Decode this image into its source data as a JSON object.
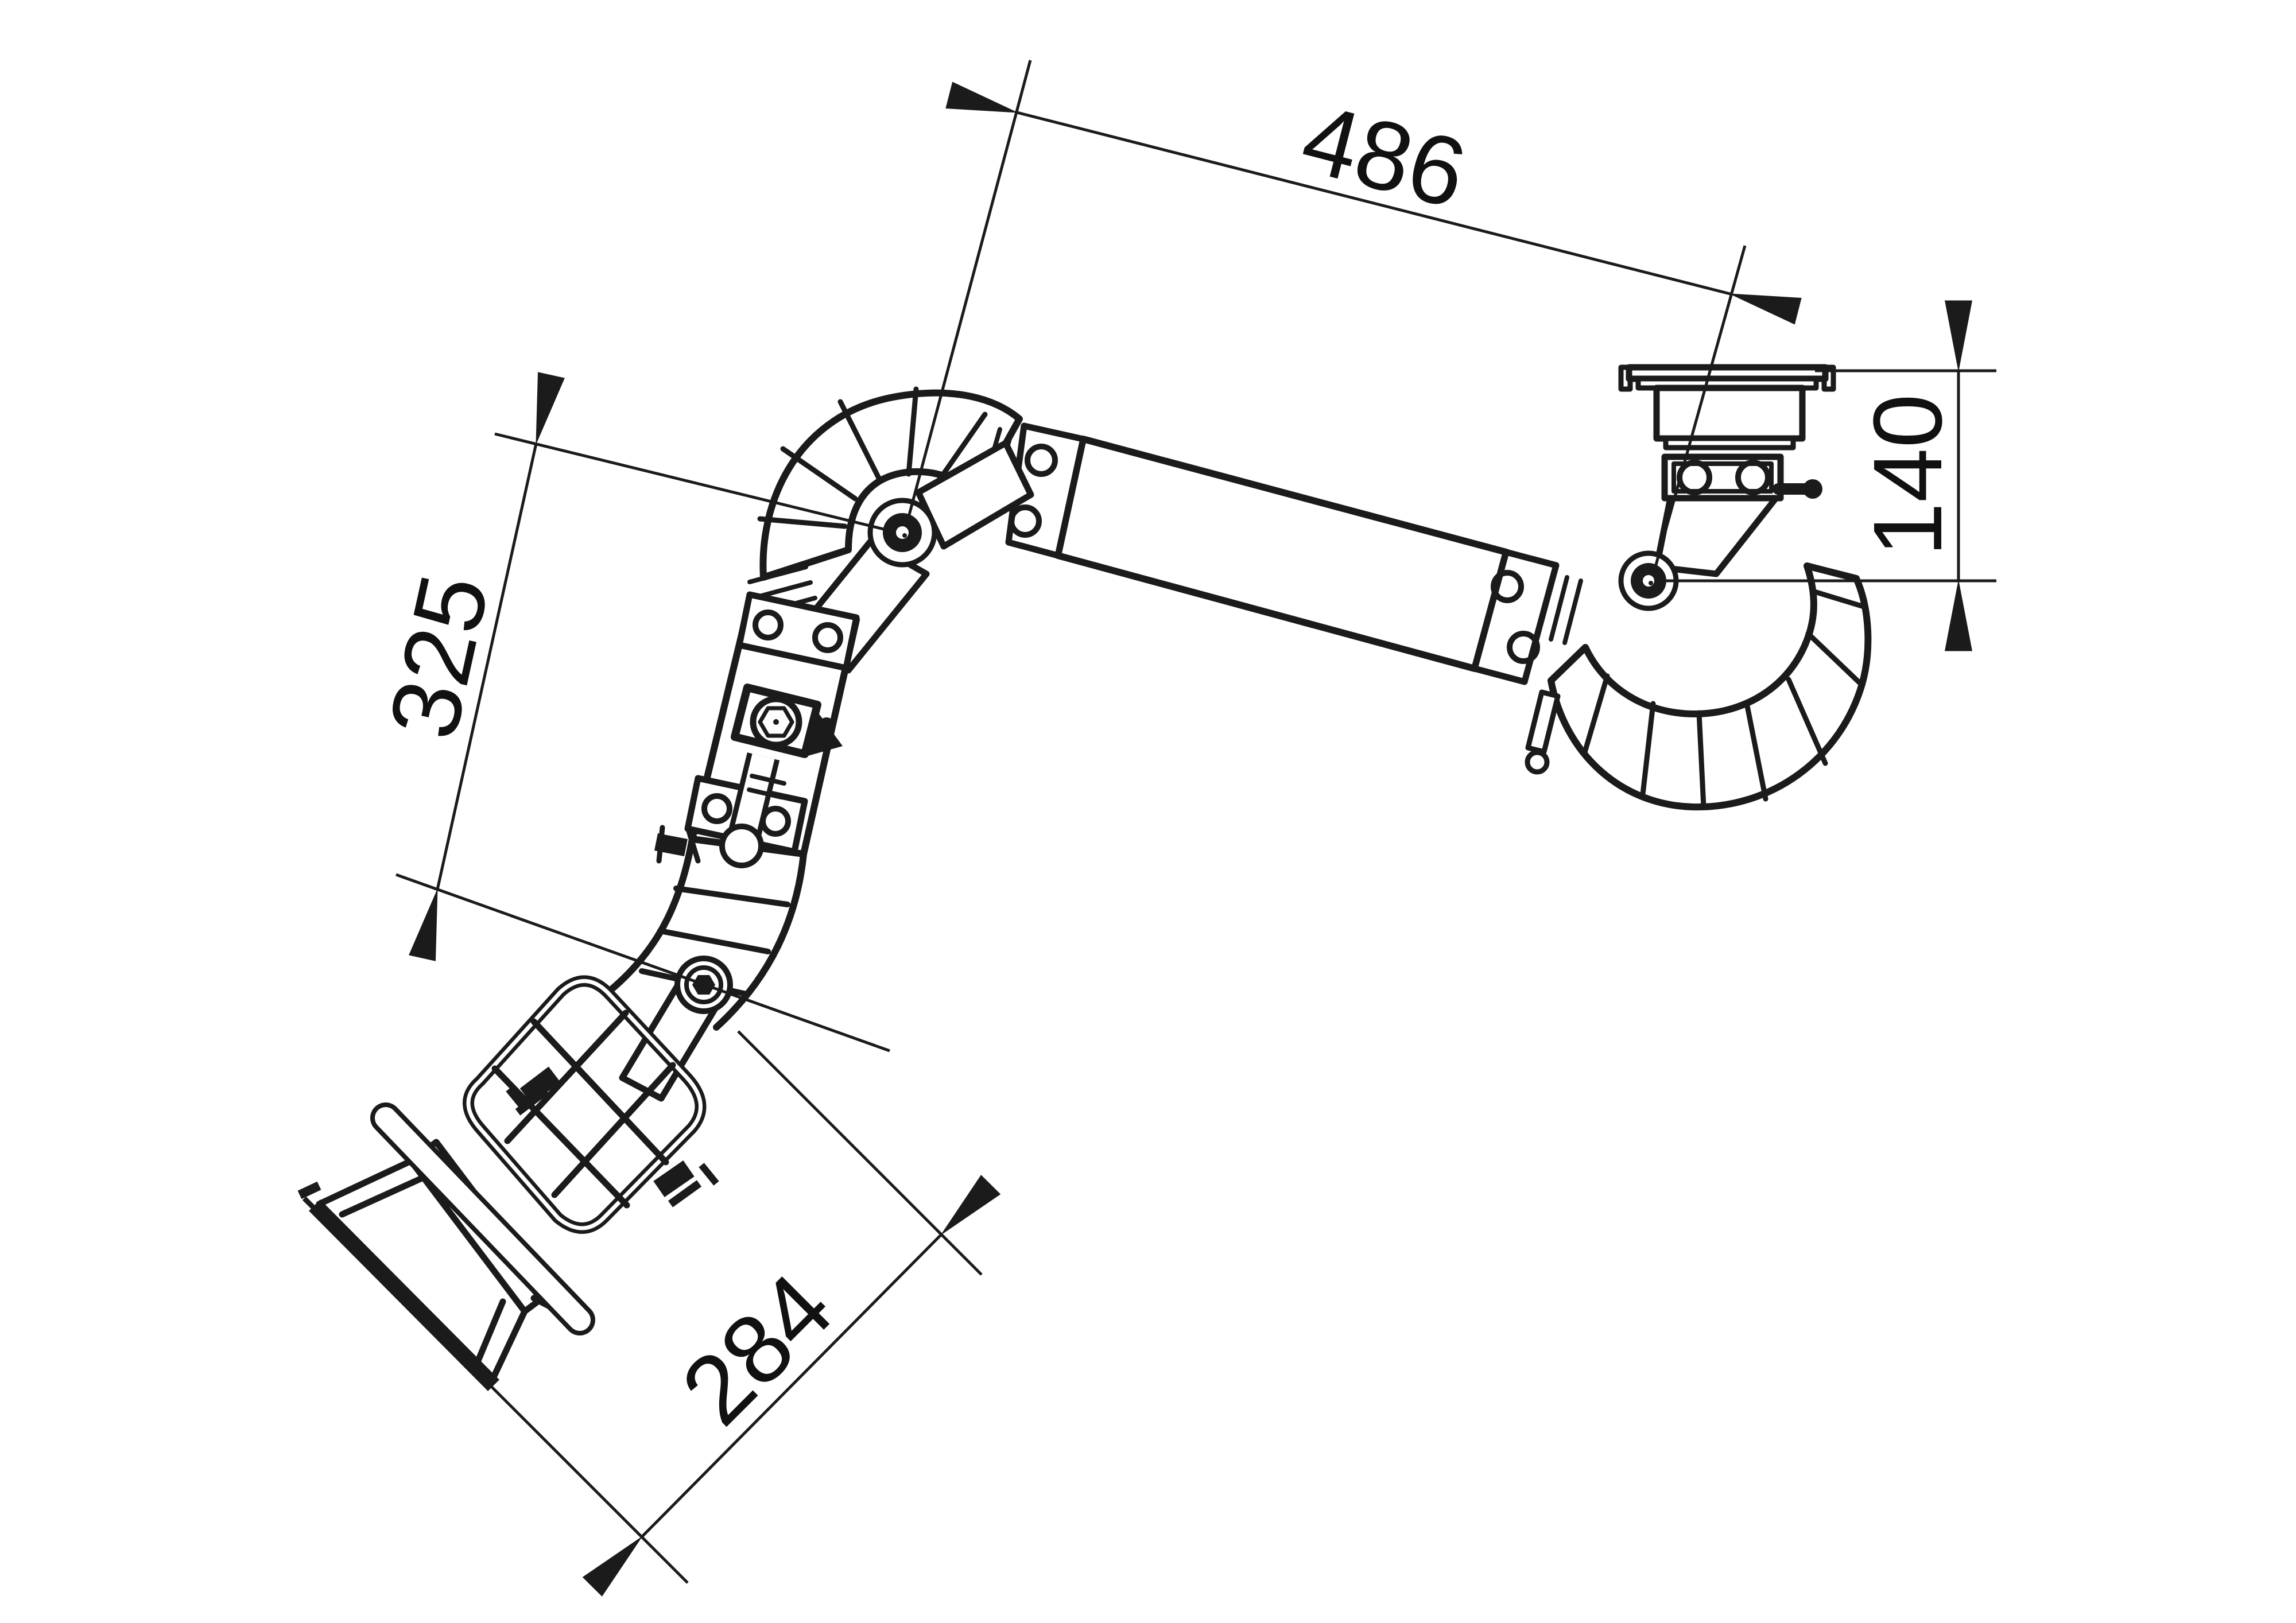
{
  "document": {
    "type": "technical-dimension-drawing",
    "subject": "articulated extraction arm side view",
    "paper_color": "#ffffff",
    "ink_color": "#1b1b1b"
  },
  "dimensions": {
    "top_span": {
      "label": "486"
    },
    "right_drop": {
      "label": "140"
    },
    "upper_arm": {
      "label": "325"
    },
    "hood_width": {
      "label": "284"
    }
  },
  "components": [
    "ceiling-flange-plate",
    "mounting-collar",
    "bolt-bracket",
    "right-pivot-joint",
    "right-corrugated-elbow",
    "straight-arm-tube",
    "upper-corrugated-elbow",
    "upper-pivot-joint",
    "riser-tube",
    "gas-spring-damper",
    "lower-hex-joint",
    "suction-hood-funnel",
    "hood-rim",
    "hood-protection-cage",
    "hood-clamp-bolts",
    "hood-handle"
  ]
}
